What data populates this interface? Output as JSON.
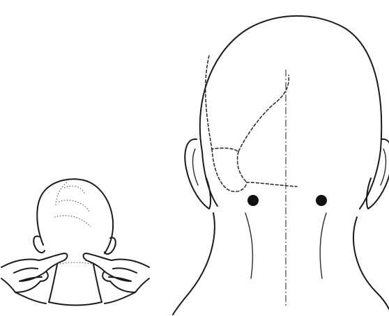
{
  "figure": {
    "panels": [
      {
        "id": "left-panel",
        "subject": "hands-massaging-back-of-head-illustration"
      },
      {
        "id": "right-panel",
        "subject": "back-of-head-acupoint-diagram"
      }
    ],
    "marker_count": 2,
    "colors": {
      "ink": "#1a1a1a",
      "background": "#ffffff"
    }
  }
}
